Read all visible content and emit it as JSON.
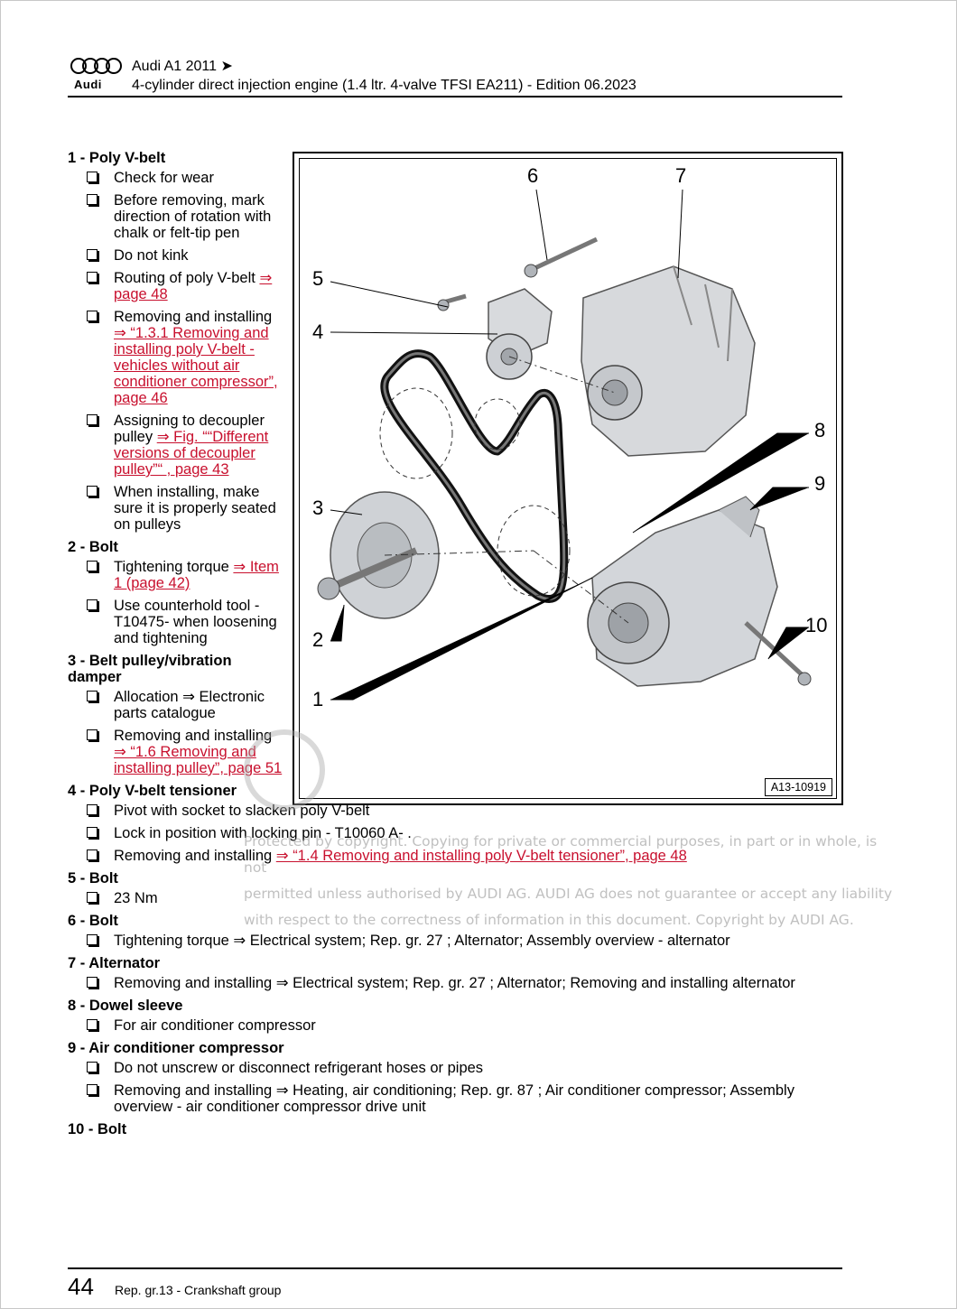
{
  "header": {
    "brand": "Audi",
    "line1": "Audi A1 2011 ➤",
    "line2": "4-cylinder direct injection engine (1.4 ltr. 4-valve TFSI EA211) - Edition 06.2023"
  },
  "sections": [
    {
      "title": "1 - Poly V-belt",
      "items": [
        {
          "text": "Check for wear"
        },
        {
          "text": "Before removing, mark direction of rotation with chalk or felt-tip pen"
        },
        {
          "text": "Do not kink"
        },
        {
          "text": "Routing of poly V-belt ",
          "link": "⇒ page 48"
        },
        {
          "text": "Removing and installing ",
          "link": "⇒ “1.3.1 Removing and installing poly V-belt - vehicles without air conditioner compressor”, page 46"
        },
        {
          "text": "Assigning to decoupler pulley ",
          "link": "⇒ Fig. ““Different versions of decoupler pulley”“ , page 43"
        },
        {
          "text": "When installing, make sure it is properly seated on pulleys"
        }
      ]
    },
    {
      "title": "2 - Bolt",
      "items": [
        {
          "text": "Tightening torque ",
          "link": "⇒ Item 1 (page 42)"
        },
        {
          "text": "Use counterhold tool -T10475- when loosening and tightening"
        }
      ]
    },
    {
      "title": "3 - Belt pulley/vibration damper",
      "items": [
        {
          "text": "Allocation ⇒ Electronic parts catalogue"
        },
        {
          "text": "Removing and installing ",
          "link": "⇒ “1.6 Removing and installing pulley”, page 51"
        }
      ]
    },
    {
      "title": "4 - Poly V-belt tensioner",
      "items": [
        {
          "text": "Pivot with socket to slacken poly V-belt"
        },
        {
          "text": "Lock in position with locking pin - T10060 A- ."
        },
        {
          "text": "Removing and installing ",
          "link": "⇒ “1.4 Removing and installing poly V-belt tensioner”, page 48"
        }
      ]
    },
    {
      "title": "5 - Bolt",
      "items": [
        {
          "text": "23 Nm"
        }
      ]
    },
    {
      "title": "6 - Bolt",
      "items": [
        {
          "text": "Tightening torque ⇒  Electrical system; Rep. gr.  27 ; Alternator; Assembly overview - alternator"
        }
      ]
    },
    {
      "title": "7 - Alternator",
      "items": [
        {
          "text": "Removing and installing ⇒  Electrical system; Rep. gr.  27 ; Alternator; Removing and installing alternator"
        }
      ]
    },
    {
      "title": "8 - Dowel sleeve",
      "items": [
        {
          "text": "For air conditioner compressor"
        }
      ]
    },
    {
      "title": "9 - Air conditioner compressor",
      "items": [
        {
          "text": "Do not unscrew or disconnect refrigerant hoses or pipes"
        },
        {
          "text": "Removing and installing ⇒  Heating, air conditioning; Rep. gr.  87 ; Air conditioner compressor; Assembly overview - air conditioner compressor drive unit"
        }
      ]
    },
    {
      "title": "10 - Bolt",
      "items": []
    }
  ],
  "figure": {
    "id": "A13-10919",
    "callouts": [
      "1",
      "2",
      "3",
      "4",
      "5",
      "6",
      "7",
      "8",
      "9",
      "10"
    ]
  },
  "watermark": {
    "line1": "Protected by copyright. Copying for private or commercial purposes, in part or in whole, is not",
    "line2": "permitted unless authorised by AUDI AG. AUDI AG does not guarantee or accept any liability",
    "line3": "with respect to the correctness of information in this document. Copyright by AUDI AG."
  },
  "footer": {
    "page_number": "44",
    "text": "Rep. gr.13 - Crankshaft group"
  }
}
